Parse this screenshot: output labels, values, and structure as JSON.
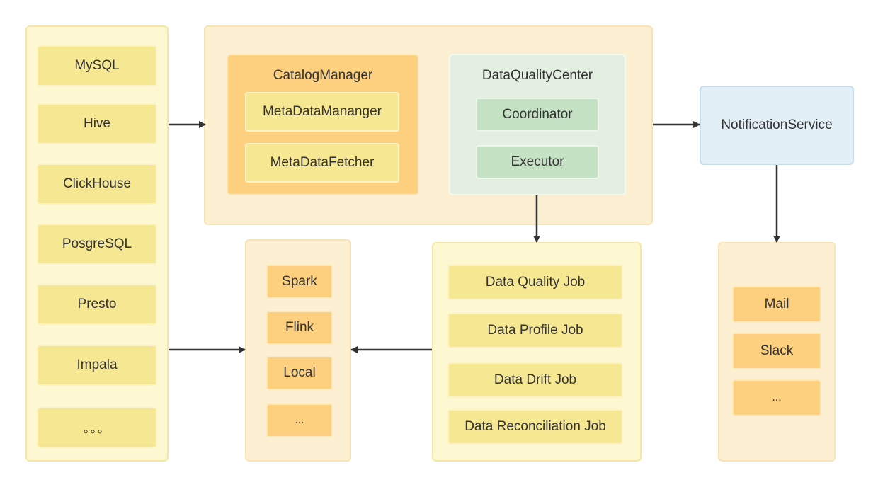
{
  "datasources": {
    "items": [
      "MySQL",
      "Hive",
      "ClickHouse",
      "PosgreSQL",
      "Presto",
      "Impala",
      "。。。"
    ]
  },
  "catalog_manager": {
    "title": "CatalogManager",
    "items": [
      "MetaDataMananger",
      "MetaDataFetcher"
    ]
  },
  "data_quality_center": {
    "title": "DataQualityCenter",
    "items": [
      "Coordinator",
      "Executor"
    ]
  },
  "notification_service": {
    "label": "NotificationService"
  },
  "engines": {
    "items": [
      "Spark",
      "Flink",
      "Local",
      "..."
    ]
  },
  "jobs": {
    "items": [
      "Data Quality Job",
      "Data Profile Job",
      "Data Drift Job",
      "Data Reconciliation Job"
    ]
  },
  "channels": {
    "items": [
      "Mail",
      "Slack",
      "..."
    ]
  },
  "colors": {
    "yellow_panel": "#fdf7d2",
    "yellow_item": "#f6e793",
    "peach_panel": "#fdefd2",
    "orange_item": "#fcd07e",
    "green_panel": "#e3efe1",
    "green_item": "#c6e2c5",
    "blue_box": "#e3eff7",
    "arrow": "#333333"
  }
}
